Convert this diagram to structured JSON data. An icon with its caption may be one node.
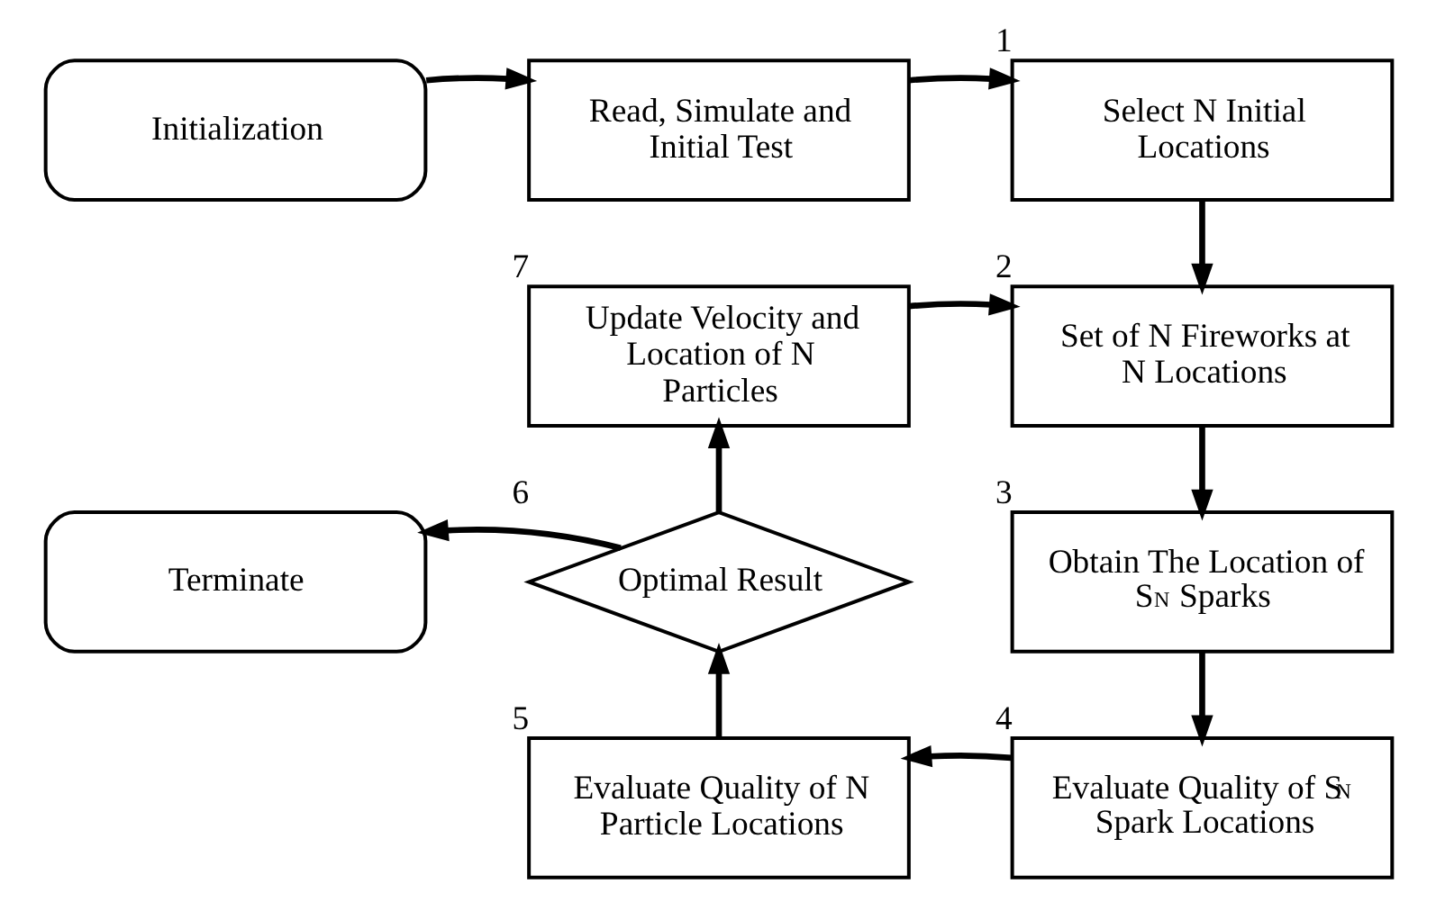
{
  "diagram": {
    "nodes": [
      {
        "text": [
          "Initialization"
        ]
      },
      {
        "text": [
          "Read, Simulate and Initial Test"
        ]
      },
      {
        "text": [
          "Select N Initial Locations"
        ],
        "beside": [
          "1"
        ]
      },
      {
        "text": [
          "Set of N Fireworks at N Locations"
        ],
        "beside": [
          "2"
        ]
      },
      {
        "text": [
          "Obtain The Location of S$_{N}$ Sparks"
        ],
        "beside": [
          "3"
        ]
      },
      {
        "text": [
          "Evaluate Quality of S$_{N}$ Spark Locations"
        ],
        "beside": [
          "4"
        ]
      },
      {
        "text": [
          "Evaluate Quality of N Particle Locations"
        ],
        "beside": [
          "5"
        ]
      },
      {
        "text": [
          "Optimal Result"
        ],
        "beside": [
          "6"
        ]
      },
      {
        "text": [
          "Update Velocity and Location of N Particles"
        ],
        "beside": [
          "7"
        ]
      },
      {
        "text": [
          "Terminate"
        ]
      }
    ],
    "edges": [
      {
        "from": 0,
        "to": 1,
        "arrow": "to"
      },
      {
        "from": 1,
        "to": 2,
        "arrow": "to"
      },
      {
        "from": 2,
        "to": 3,
        "arrow": "to"
      },
      {
        "from": 3,
        "to": 4,
        "arrow": "to"
      },
      {
        "from": 4,
        "to": 5,
        "arrow": "to"
      },
      {
        "from": 5,
        "to": 6,
        "arrow": "to"
      },
      {
        "from": 6,
        "to": 7,
        "arrow": "to"
      },
      {
        "from": 7,
        "to": 8,
        "arrow": "to"
      },
      {
        "from": 8,
        "to": 3,
        "arrow": "to"
      },
      {
        "from": 7,
        "to": 9,
        "arrow": "to"
      }
    ]
  }
}
